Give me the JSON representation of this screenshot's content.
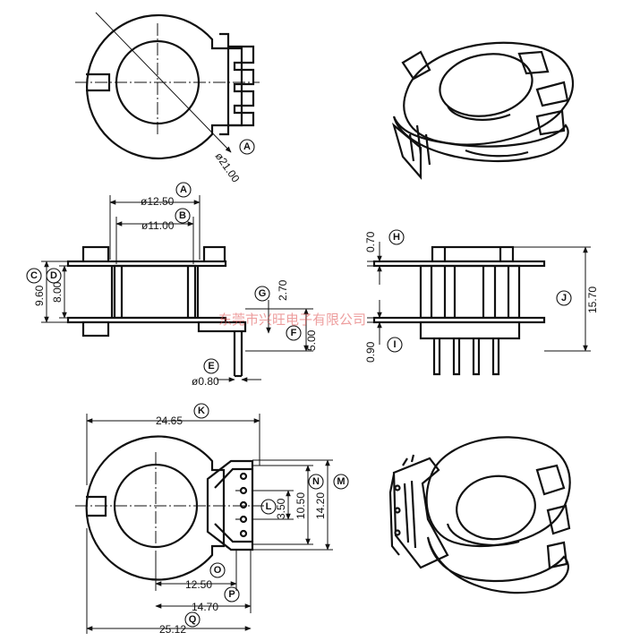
{
  "watermark": "东莞市兴旺电子有限公司",
  "dimensions": {
    "A": "ø21.00",
    "B": "ø11.00",
    "A2": "ø12.50",
    "C": "9.60",
    "D": "8.00",
    "E": "ø0.80",
    "F": "5.00",
    "G": "2.70",
    "H": "0.70",
    "I": "0.90",
    "J": "15.70",
    "K": "24.65",
    "L": "3.50",
    "M": "14.20",
    "N": "10.50",
    "O": "12.50",
    "P": "14.70",
    "Q": "25.12"
  },
  "labels": {
    "A": "A",
    "B": "B",
    "C": "C",
    "D": "D",
    "E": "E",
    "F": "F",
    "G": "G",
    "H": "H",
    "I": "I",
    "J": "J",
    "K": "K",
    "L": "L",
    "M": "M",
    "N": "N",
    "O": "O",
    "P": "P",
    "Q": "Q"
  }
}
